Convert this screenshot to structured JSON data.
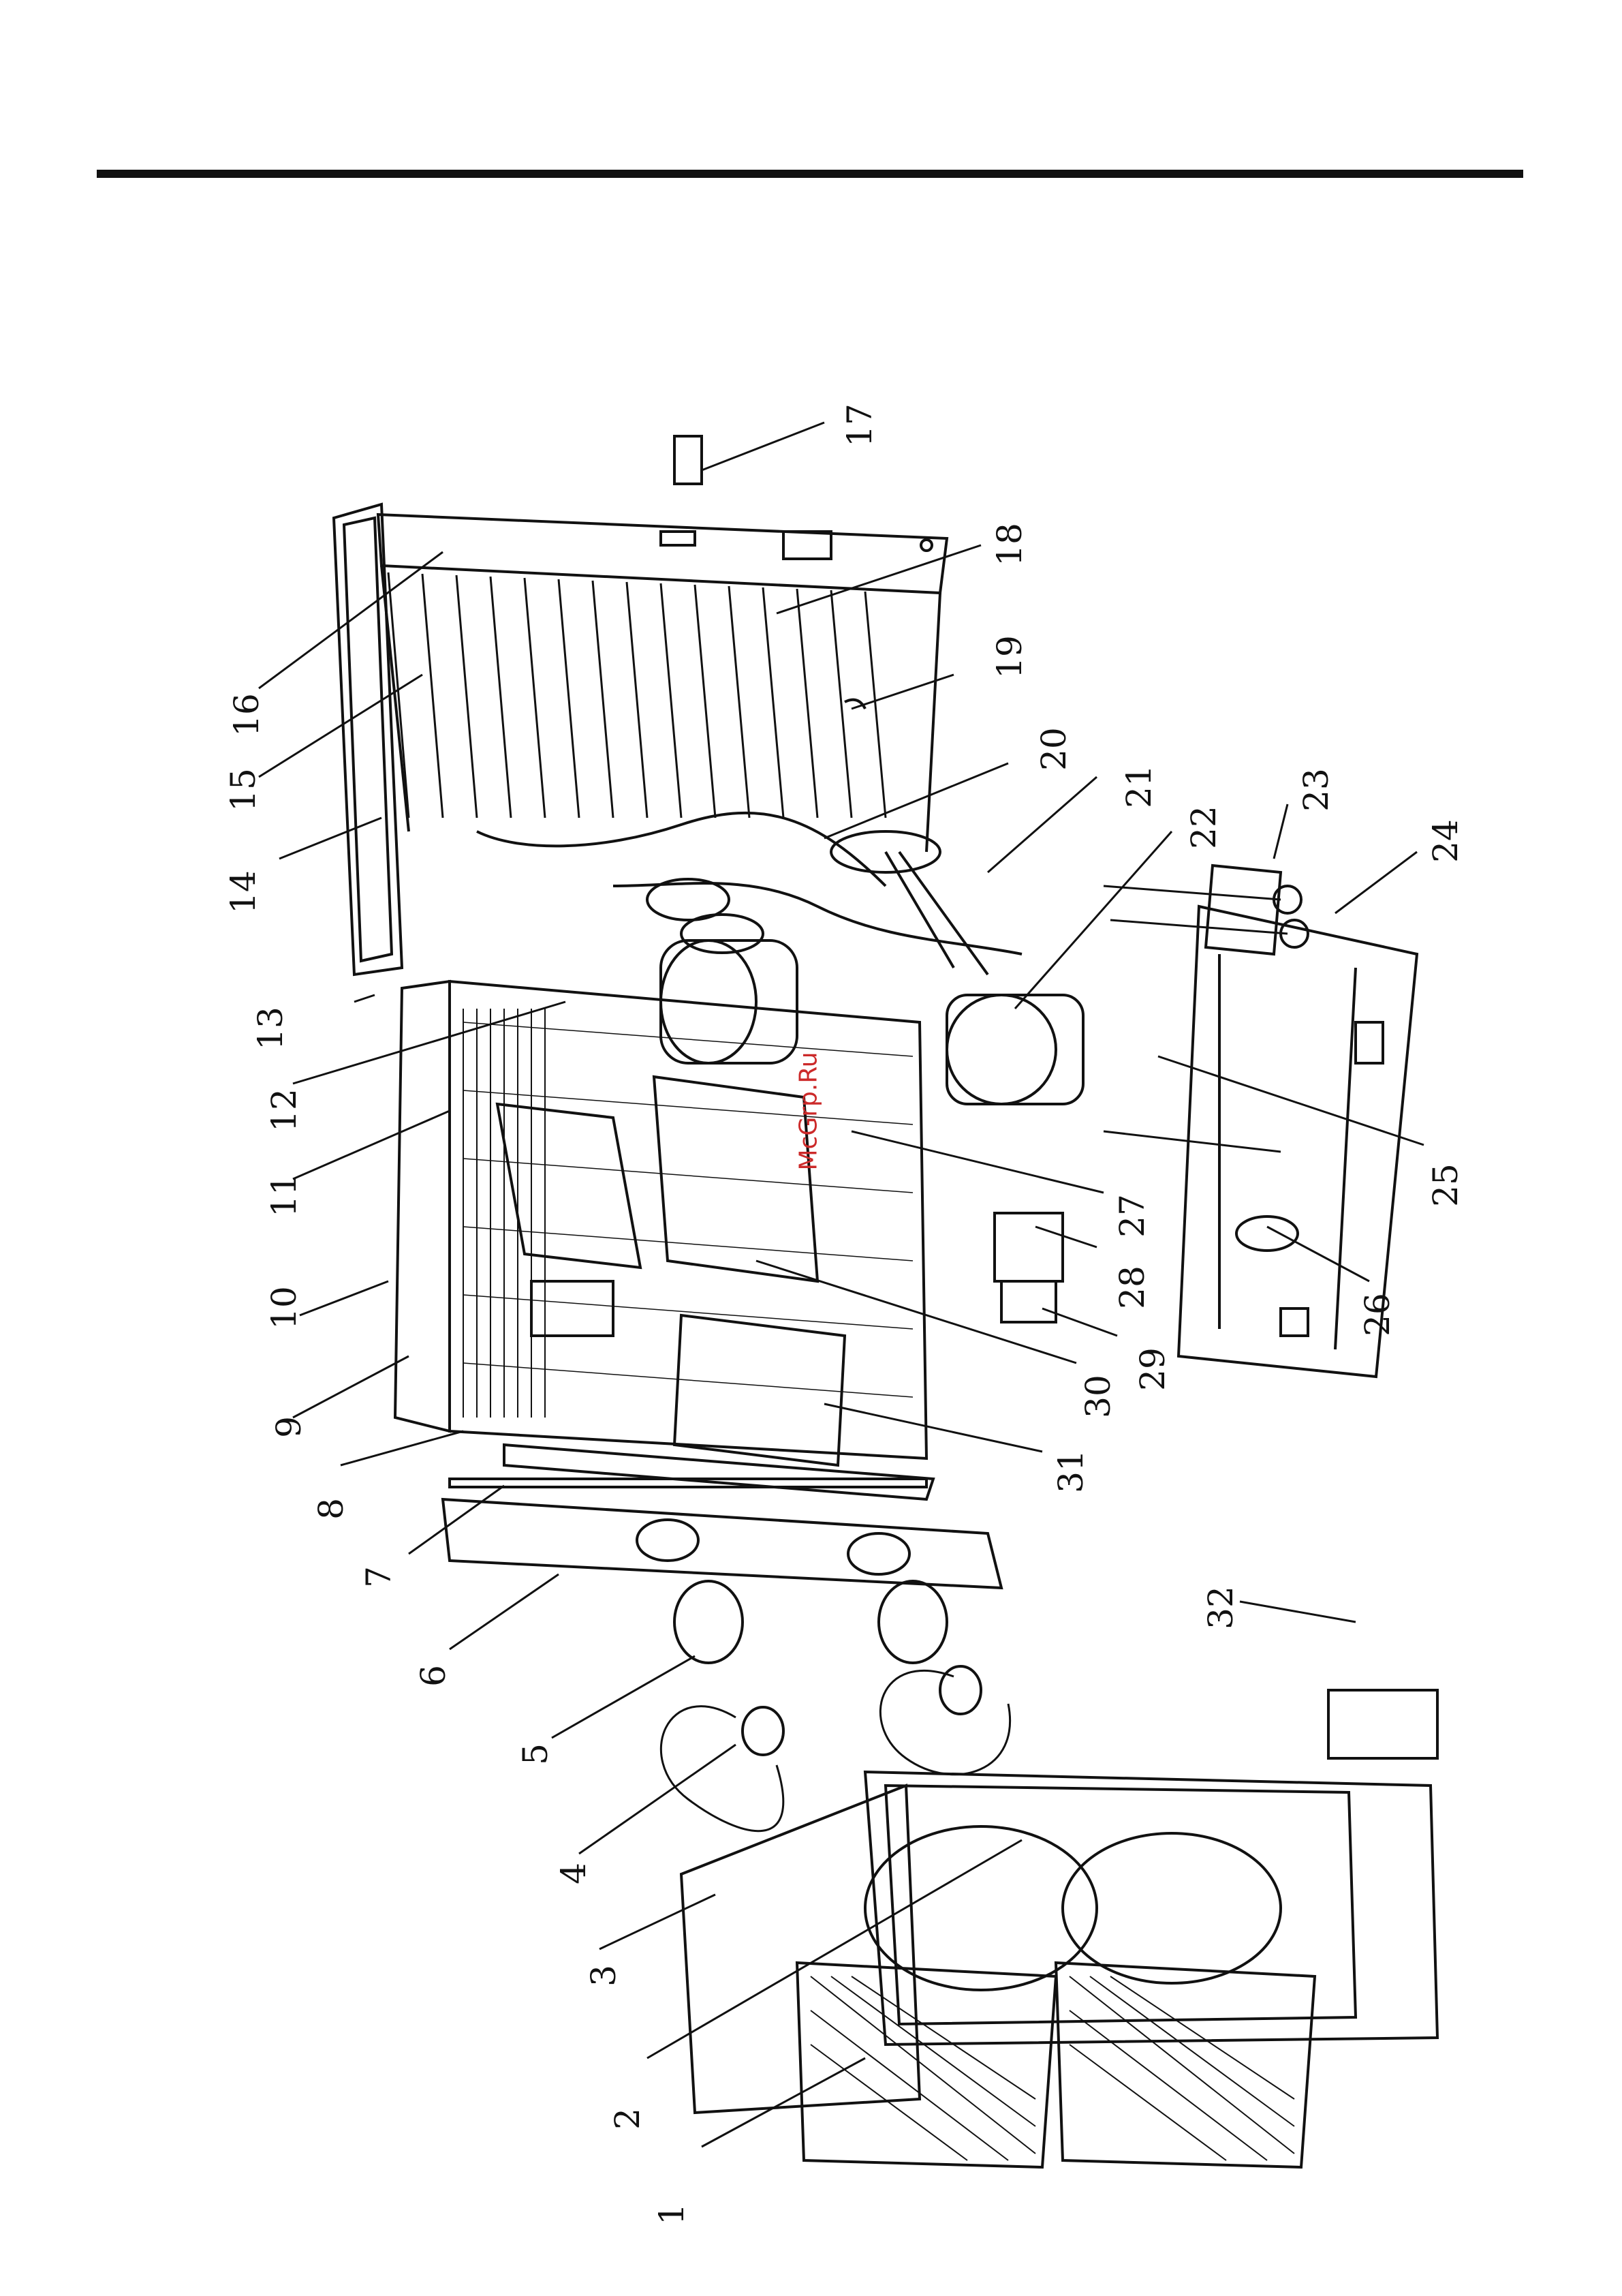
{
  "diagram": {
    "type": "exploded-parts-view",
    "callouts": [
      "1",
      "2",
      "3",
      "4",
      "5",
      "6",
      "7",
      "8",
      "9",
      "10",
      "11",
      "12",
      "13",
      "14",
      "15",
      "16",
      "17",
      "18",
      "19",
      "20",
      "21",
      "22",
      "23",
      "24",
      "25",
      "26",
      "27",
      "28",
      "29",
      "30",
      "31",
      "32"
    ],
    "watermark": "McGrp.Ru",
    "colors": {
      "line": "#111111",
      "watermark": "#cc2a2a",
      "paper": "#ffffff"
    }
  }
}
